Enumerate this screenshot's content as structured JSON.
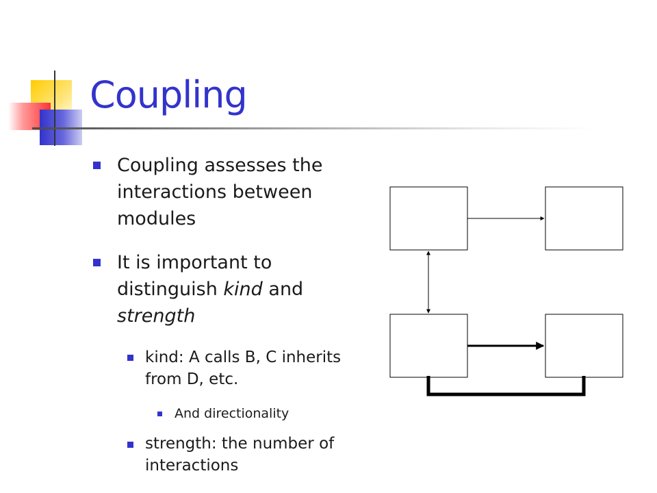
{
  "slide": {
    "title": "Coupling",
    "bullets": [
      {
        "level": 1,
        "text": "Coupling assesses the interactions between modules"
      },
      {
        "level": 1,
        "parts": [
          "It is important to distinguish ",
          "kind",
          " and ",
          "strength"
        ]
      },
      {
        "level": 2,
        "text": "kind: A calls B, C inherits from D, etc."
      },
      {
        "level": 3,
        "text": "And directionality"
      },
      {
        "level": 2,
        "text": "strength: the number of interactions"
      }
    ]
  },
  "colors": {
    "title": "#3333cc",
    "bullet_marker": "#3333cc",
    "deco_yellow": "#ffcc00",
    "deco_red": "#ff3333",
    "deco_blue": "#3333cc"
  }
}
